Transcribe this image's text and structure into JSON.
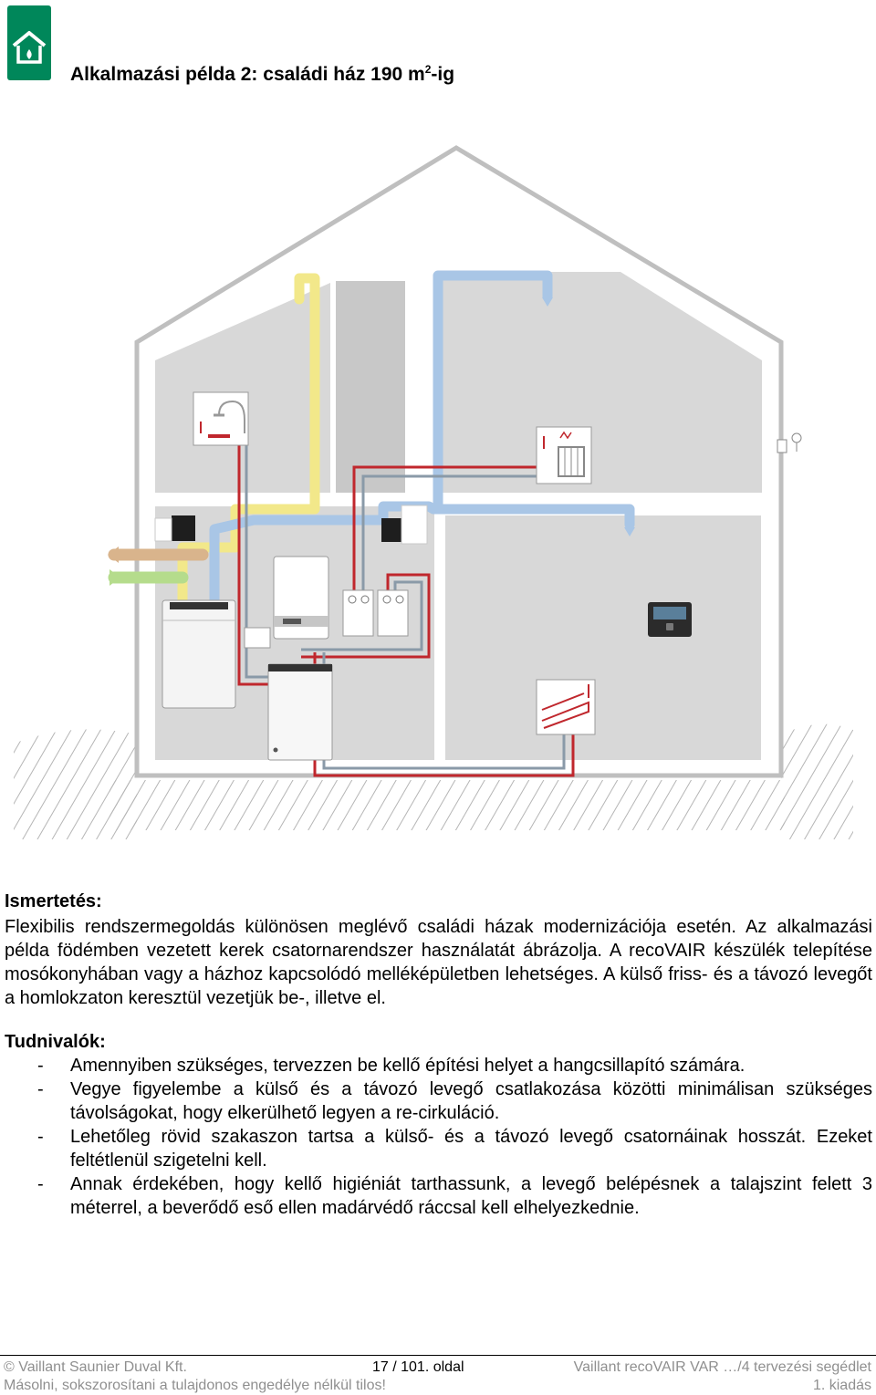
{
  "header": {
    "title_main": "Alkalmazási példa 2: családi ház 190 m",
    "title_sup": "2",
    "title_tail": "-ig"
  },
  "description": {
    "heading": "Ismertetés:",
    "text": "Flexibilis rendszermegoldás különösen meglévő családi házak modernizációja esetén. Az alkalmazási példa födémben vezetett kerek csatornarendszer használatát ábrázolja. A recoVAIR készülék telepítése mosókonyhában vagy a házhoz kapcsolódó melléképületben lehetséges. A külső friss- és a távozó levegőt a homlokzaton keresztül vezetjük be-, illetve el."
  },
  "notes": {
    "heading": "Tudnivalók:",
    "dash": "-",
    "items": [
      "Amennyiben szükséges, tervezzen be kellő építési helyet a hangcsillapító számára.",
      "Vegye figyelembe a külső és a távozó levegő csatlakozása közötti minimálisan szükséges távolságokat, hogy elkerülhető legyen a re-cirkuláció.",
      "Lehetőleg rövid szakaszon tartsa a külső- és a távozó levegő csatornáinak hosszát. Ezeket feltétlenül szigetelni kell.",
      "Annak érdekében, hogy kellő higiéniát tarthassunk, a levegő belépésnek a talajszint felett 3 méterrel, a beverődő eső ellen madárvédő ráccsal kell elhelyezkednie."
    ]
  },
  "footer": {
    "copyright": "© Vaillant Saunier Duval Kft.",
    "page": "17 / 101. oldal",
    "doc_title": "Vaillant recoVAIR VAR …/4 tervezési segédlet",
    "notice": "Másolni, sokszorosítani a tulajdonos engedélye nélkül tilos!",
    "edition": "1. kiadás"
  },
  "colors": {
    "brand_green": "#00875a",
    "fresh_air": "#b5dc8c",
    "exhaust_air": "#d9b48c",
    "supply_duct": "#a9c6e6",
    "extract_duct": "#f2e88a",
    "heating_flow": "#c0272d",
    "heating_return": "#8a9aa8",
    "room_fill": "#d8d8d8"
  },
  "icons": {
    "logo": "house-logo-icon",
    "shower": "shower-icon",
    "radiator": "radiator-icon",
    "floor_heating": "floor-heating-icon",
    "controller": "controller-icon"
  }
}
